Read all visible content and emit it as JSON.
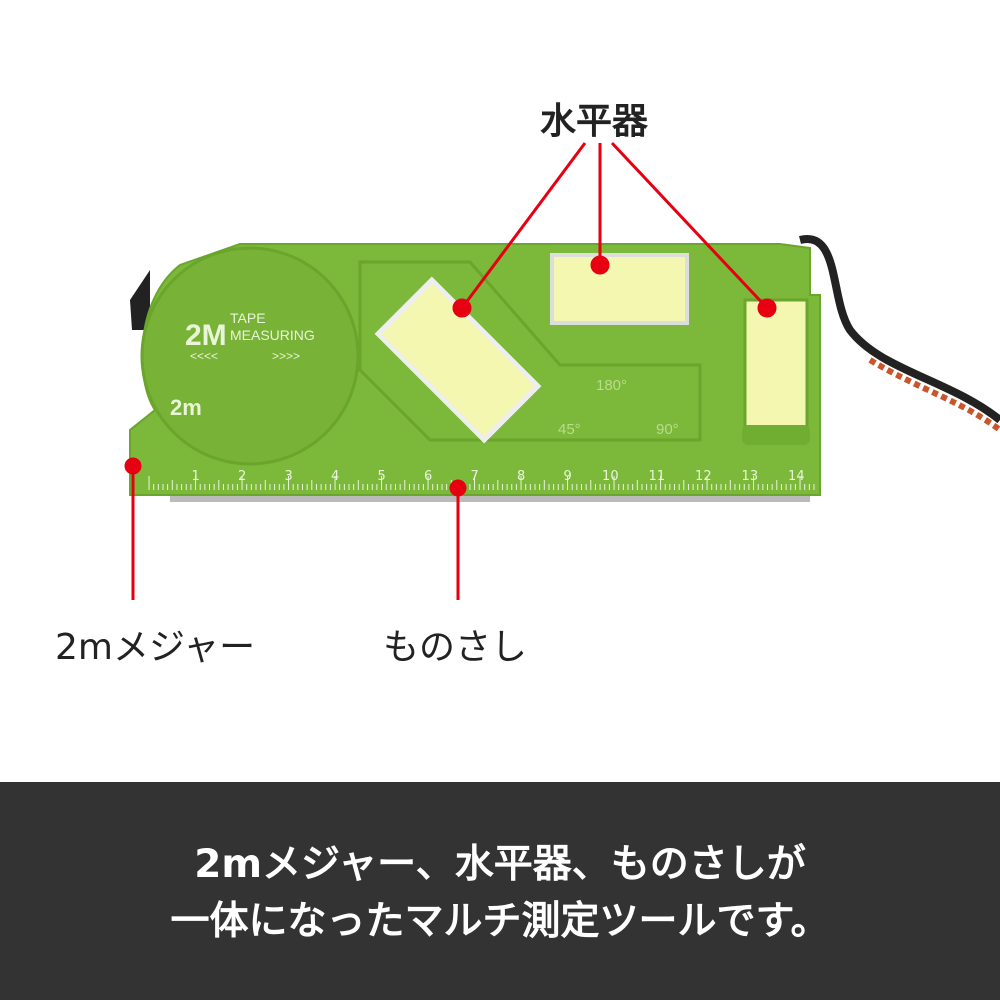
{
  "labels": {
    "level": "水平器",
    "tape": "2mメジャー",
    "ruler": "ものさし"
  },
  "product_print": {
    "brand_big": "2M",
    "tape_line1": "TAPE",
    "tape_line2": "MEASURING",
    "arrows_left": "<<<<",
    "arrows_right": ">>>>",
    "length": "2m",
    "angle_180": "180°",
    "angle_45": "45°",
    "angle_90": "90°",
    "ruler_numbers": [
      "1",
      "2",
      "3",
      "4",
      "5",
      "6",
      "7",
      "8",
      "9",
      "10",
      "11",
      "12",
      "13",
      "14"
    ]
  },
  "banner": {
    "line1": "2mメジャー、水平器、ものさしが",
    "line2": "一体になったマルチ測定ツールです。"
  },
  "colors": {
    "body": "#7cb83a",
    "accent": "#e60012",
    "banner": "#333333",
    "vial": "#f4f7b0"
  }
}
